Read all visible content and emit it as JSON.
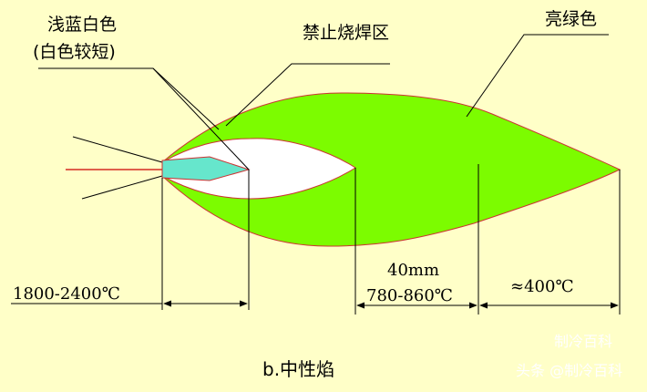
{
  "labels": {
    "inner_core_line1": "浅蓝白色",
    "inner_core_line2": "(白色较短)",
    "no_weld_zone": "禁止烧焊区",
    "outer_flame": "亮绿色",
    "core_temp": "1800-2400℃",
    "inner_length": "40mm",
    "inner_temp": "780-860℃",
    "outer_temp": "≈400℃"
  },
  "caption": "b.中性焰",
  "watermark": {
    "top": "制冷百科",
    "bottom": "头条 @制冷百科"
  },
  "colors": {
    "background": "#FFFFC8",
    "outer_flame": "#7CFC00",
    "flame_outline": "#CC3333",
    "core": "#66E6CC",
    "inner_zone": "#FFFFFF",
    "torch_line": "#CC0000"
  }
}
